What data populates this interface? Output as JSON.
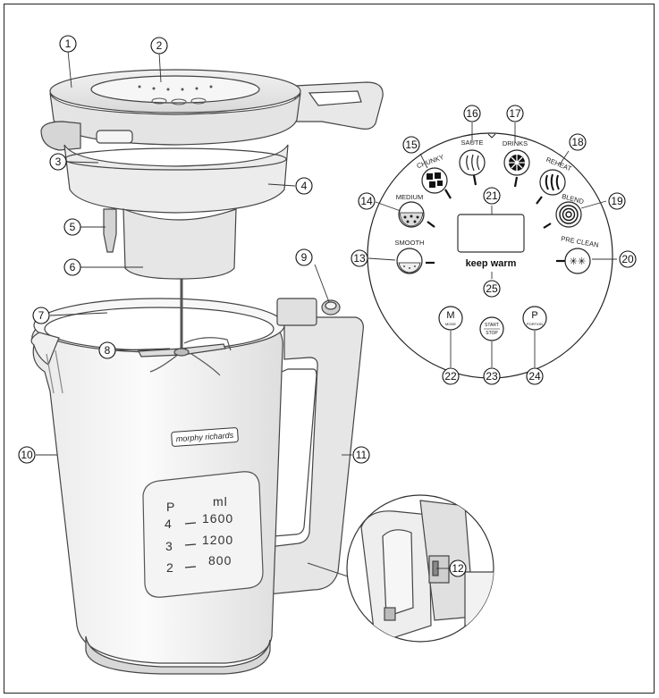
{
  "callouts": [
    "1",
    "2",
    "3",
    "4",
    "5",
    "6",
    "7",
    "8",
    "9",
    "10",
    "11",
    "12",
    "13",
    "14",
    "15",
    "16",
    "17",
    "18",
    "19",
    "20",
    "21",
    "22",
    "23",
    "24",
    "25"
  ],
  "panel": {
    "programs": {
      "smooth": "SMOOTH",
      "medium": "MEDIUM",
      "chunky": "CHUNKY",
      "saute": "SAUTE",
      "drinks": "DRINKS",
      "reheat": "REHEAT",
      "blend": "BLEND",
      "preclean": "PRE CLEAN"
    },
    "keep_warm": "keep warm",
    "buttons": {
      "mode_letter": "M",
      "mode_sub": "MODE",
      "start_top": "START",
      "start_bottom": "STOP",
      "portion_letter": "P",
      "portion_sub": "PORTION"
    }
  },
  "jug": {
    "brand": "morphy richards",
    "scale_header_p": "P",
    "scale_header_ml": "ml",
    "scale_rows": [
      {
        "p": "4",
        "ml": "1600"
      },
      {
        "p": "3",
        "ml": "1200"
      },
      {
        "p": "2",
        "ml": "800"
      }
    ]
  }
}
